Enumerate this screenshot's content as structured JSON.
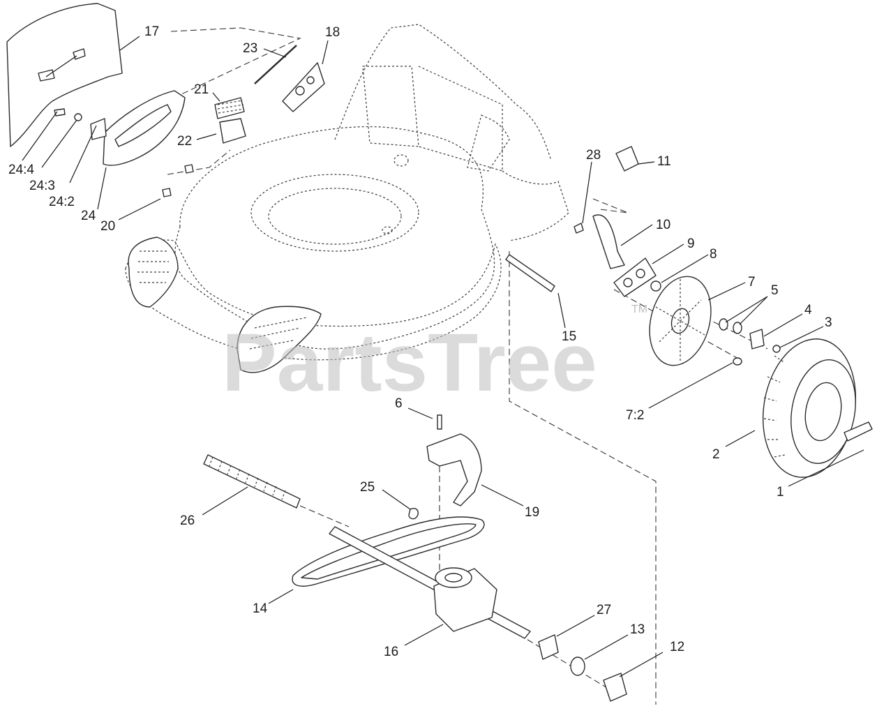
{
  "watermark": {
    "text": "PartsTree",
    "trademark": "TM"
  },
  "callouts": {
    "c1": "1",
    "c2": "2",
    "c3": "3",
    "c4": "4",
    "c5": "5",
    "c6": "6",
    "c7": "7",
    "c7_2": "7:2",
    "c8": "8",
    "c9": "9",
    "c10": "10",
    "c11": "11",
    "c12": "12",
    "c13": "13",
    "c14": "14",
    "c15": "15",
    "c16": "16",
    "c17": "17",
    "c18": "18",
    "c19": "19",
    "c20": "20",
    "c21": "21",
    "c22": "22",
    "c23": "23",
    "c24": "24",
    "c24_2": "24:2",
    "c24_3": "24:3",
    "c24_4": "24:4",
    "c25": "25",
    "c26": "26",
    "c27": "27",
    "c28": "28"
  }
}
